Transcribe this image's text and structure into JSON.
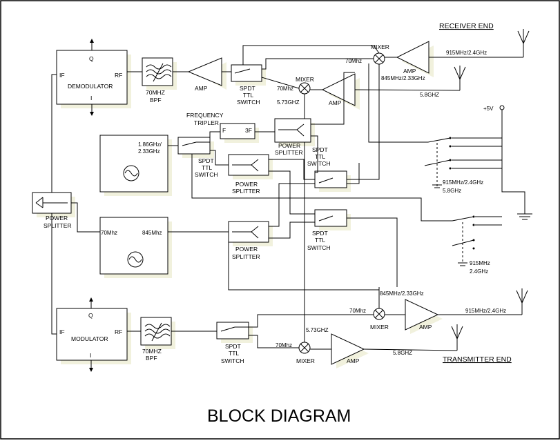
{
  "headings": {
    "receiver_end": "RECEIVER END",
    "transmitter_end": "TRANSMITTER END",
    "title": "BLOCK DIAGRAM"
  },
  "demodulator": {
    "name": "DEMODULATOR",
    "q": "Q",
    "i": "I",
    "if_port": "IF",
    "rf_port": "RF"
  },
  "modulator": {
    "name": "MODULATOR",
    "q": "Q",
    "i": "I",
    "if_port": "IF",
    "rf_port": "RF"
  },
  "filters": {
    "rx": {
      "line1": "70MHZ",
      "line2": "BPF"
    },
    "tx": {
      "line1": "70MHZ",
      "line2": "BPF"
    }
  },
  "amps": {
    "rx_if": "AMP",
    "rx_915": "AMP",
    "rx_58": "AMP",
    "tx_915": "AMP",
    "tx_58": "AMP"
  },
  "mixers": {
    "rx_915": "MIXER",
    "rx_58": "MIXER",
    "tx_915": "MIXER",
    "tx_58": "MIXER"
  },
  "switches": {
    "rx": [
      "SPDT",
      "TTL",
      "SWITCH"
    ],
    "osc": [
      "SPDT",
      "TTL",
      "SWITCH"
    ],
    "mid1": [
      "SPDT",
      "TTL",
      "SWITCH"
    ],
    "mid2": [
      "SPDT",
      "TTL",
      "SWITCH"
    ],
    "tx": [
      "SPDT",
      "TTL",
      "SWITCH"
    ]
  },
  "splitters": {
    "left": [
      "POWER",
      "SPLITTER"
    ],
    "top": [
      "POWER",
      "SPLITTER"
    ],
    "mid": [
      "POWER",
      "SPLITTER"
    ],
    "low": [
      "POWER",
      "SPLITTER"
    ]
  },
  "tripler": {
    "title_line1": "FREQUENCY",
    "title_line2": "TRIPLER",
    "in_port": "F",
    "out_port": "3F"
  },
  "oscillators": {
    "upper": {
      "freq_line1": "1.86GHz/",
      "freq_line2": "2.33GHz"
    },
    "lower": {
      "left_freq": "70Mhz",
      "right_freq": "845Mhz"
    }
  },
  "signal_labels": {
    "rx_915_in": "915MHz/2.4GHz",
    "rx_70_top": "70Mhz",
    "rx_845": "845MHz/2.33GHz",
    "rx_70_mid": "70Mhz",
    "rx_573": "5.73GHZ",
    "rx_58": "5.8GHZ",
    "tx_845": "845MHz/2.33GHz",
    "tx_70_top": "70Mhz",
    "tx_915_out": "915MHz/2.4GHz",
    "tx_573": "5.73GHZ",
    "tx_70_low": "70Mhz",
    "tx_58": "5.8GHZ"
  },
  "power": {
    "supply": "+5V",
    "band_upper_1": "915MHz/2.4GHz",
    "band_upper_2": "5.8GHz",
    "band_lower_1": "915MHz",
    "band_lower_2": "2.4GHz"
  }
}
